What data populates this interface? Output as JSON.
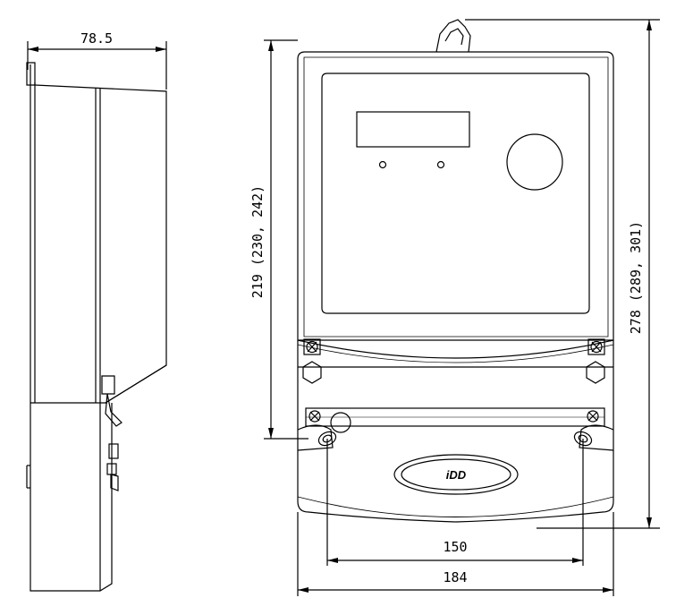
{
  "dimensions": {
    "side_depth": "78.5",
    "front_height": "219 (230, 242)",
    "overall_height": "278 (289, 301)",
    "mounting_width": "150",
    "overall_width": "184"
  },
  "logo": {
    "text": "iDD"
  },
  "colors": {
    "line": "#000000",
    "background": "#ffffff"
  }
}
